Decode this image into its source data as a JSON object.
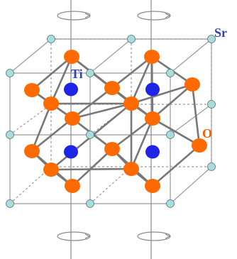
{
  "labels": {
    "sr": "Sr",
    "ti": "Ti",
    "o": "O"
  },
  "colors": {
    "sr_atom": "#a9dcda",
    "ti_atom": "#1f25e6",
    "o_atom": "#ff6a00",
    "sr_label": "#2e3fc7",
    "ti_label": "#2e3fc7",
    "o_label": "#ff5a00",
    "cell_edge": "#999999",
    "octahedron_edge": "#777777",
    "rotation_axis": "#8a8a8a"
  },
  "rotation_axes": [
    "left-axis",
    "right-axis"
  ]
}
